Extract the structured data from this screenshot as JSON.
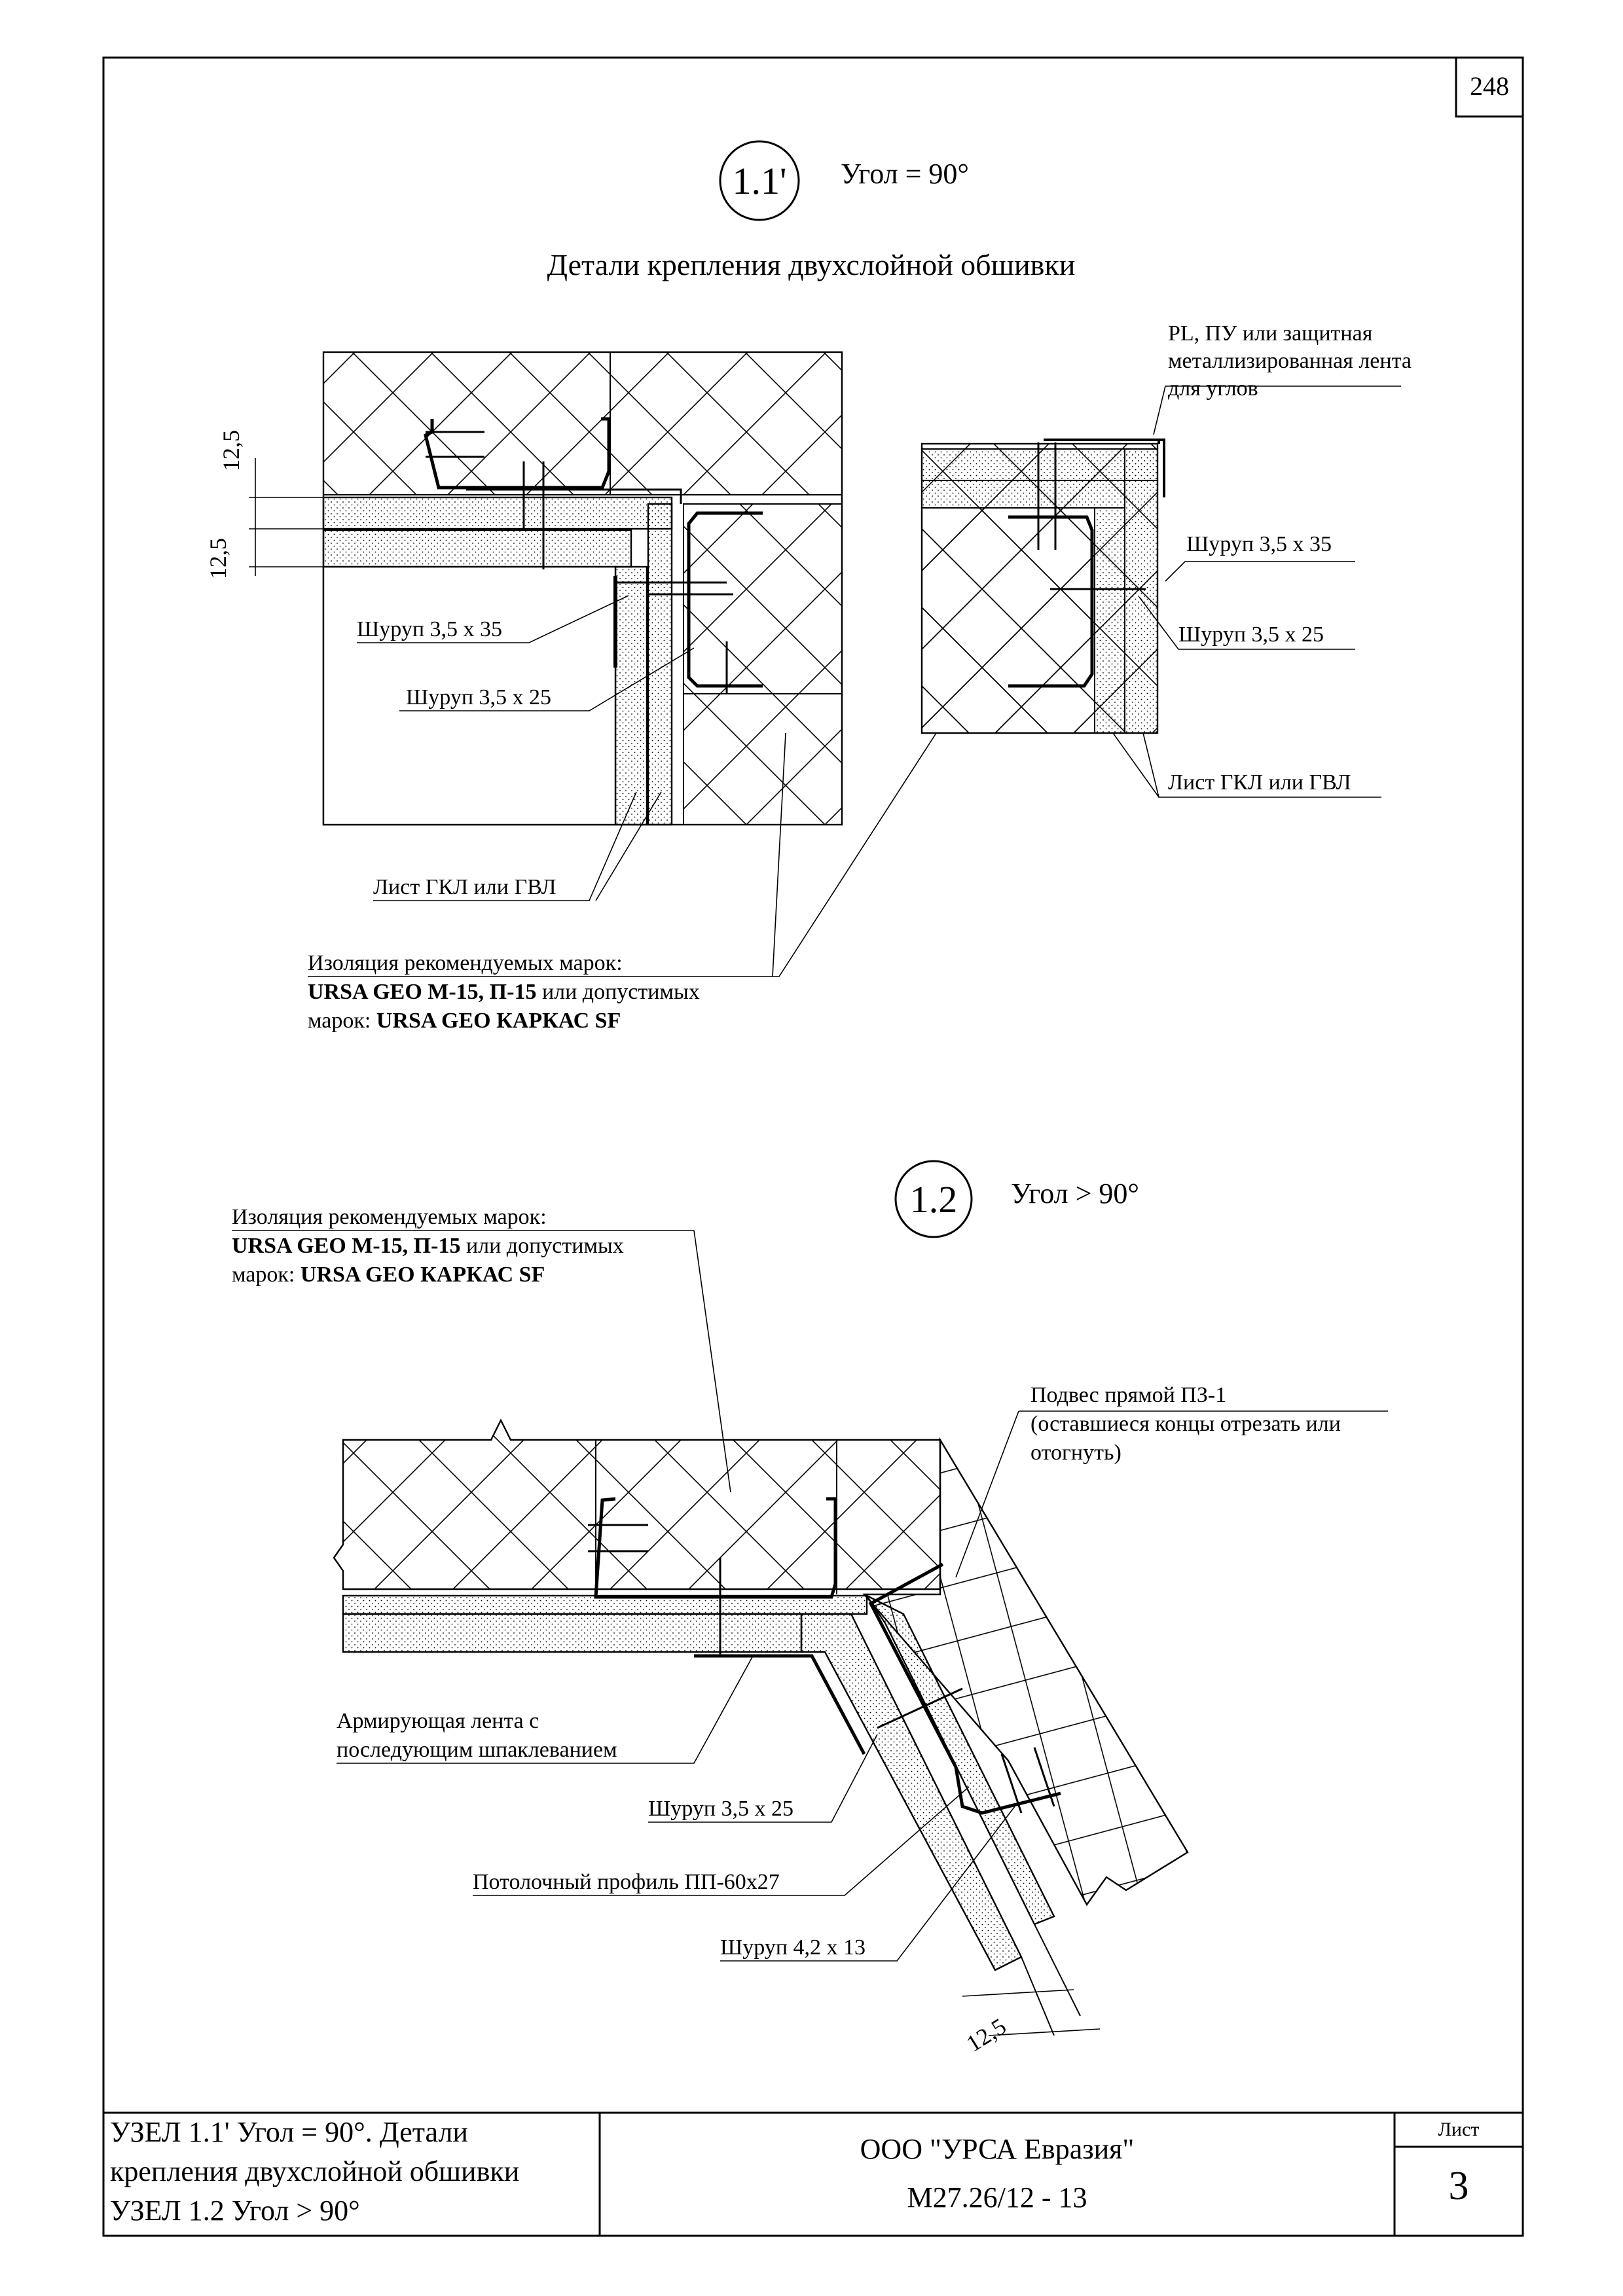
{
  "page_number": "248",
  "node_1_1": {
    "number": "1.1'",
    "angle": "Угол = 90°",
    "title": "Детали крепления двухслойной обшивки"
  },
  "node_1_2": {
    "number": "1.2",
    "angle": "Угол > 90°"
  },
  "callouts_1_1": {
    "dim_top": "12,5",
    "dim_bottom": "12,5",
    "screw_35": "Шуруп 3,5 х 35",
    "screw_25": "Шуруп 3,5 х 25",
    "sheet": "Лист ГКЛ или ГВЛ",
    "insulation_l1": "Изоляция рекомендуемых марок:",
    "insulation_l2a": "URSA GEO М-15, П-15",
    "insulation_l2b": " или допустимых",
    "insulation_l3a": "марок: ",
    "insulation_l3b": "URSA GEO КАРКАС SF",
    "tape_l1": "PL, ПУ или защитная",
    "tape_l2": "металлизированная лента",
    "tape_l3": "для углов",
    "r_screw_35": "Шуруп 3,5 х 35",
    "r_screw_25": "Шуруп 3,5 х 25",
    "r_sheet": "Лист ГКЛ или ГВЛ"
  },
  "callouts_1_2": {
    "insulation_l1": "Изоляция рекомендуемых марок:",
    "insulation_l2a": "URSA GEO М-15, П-15",
    "insulation_l2b": " или допустимых",
    "insulation_l3a": "марок: ",
    "insulation_l3b": "URSA GEO КАРКАС SF",
    "hanger_l1": "Подвес прямой ПЗ-1",
    "hanger_l2": "(оставшиеся концы отрезать или",
    "hanger_l3": "отогнуть)",
    "tape_l1": "Армирующая лента с",
    "tape_l2": "последующим шпаклеванием",
    "screw_25": "Шуруп 3,5 х 25",
    "profile": "Потолочный профиль ПП-60х27",
    "screw_42": "Шуруп 4,2 х 13",
    "dim": "12,5"
  },
  "title_block": {
    "desc_l1": "УЗЕЛ 1.1' Угол = 90°. Детали",
    "desc_l2": "крепления двухслойной обшивки",
    "desc_l3": "УЗЕЛ 1.2 Угол > 90°",
    "company": "ООО \"УРСА Евразия\"",
    "code": "М27.26/12 - 13",
    "sheet_label": "Лист",
    "sheet_number": "3"
  }
}
